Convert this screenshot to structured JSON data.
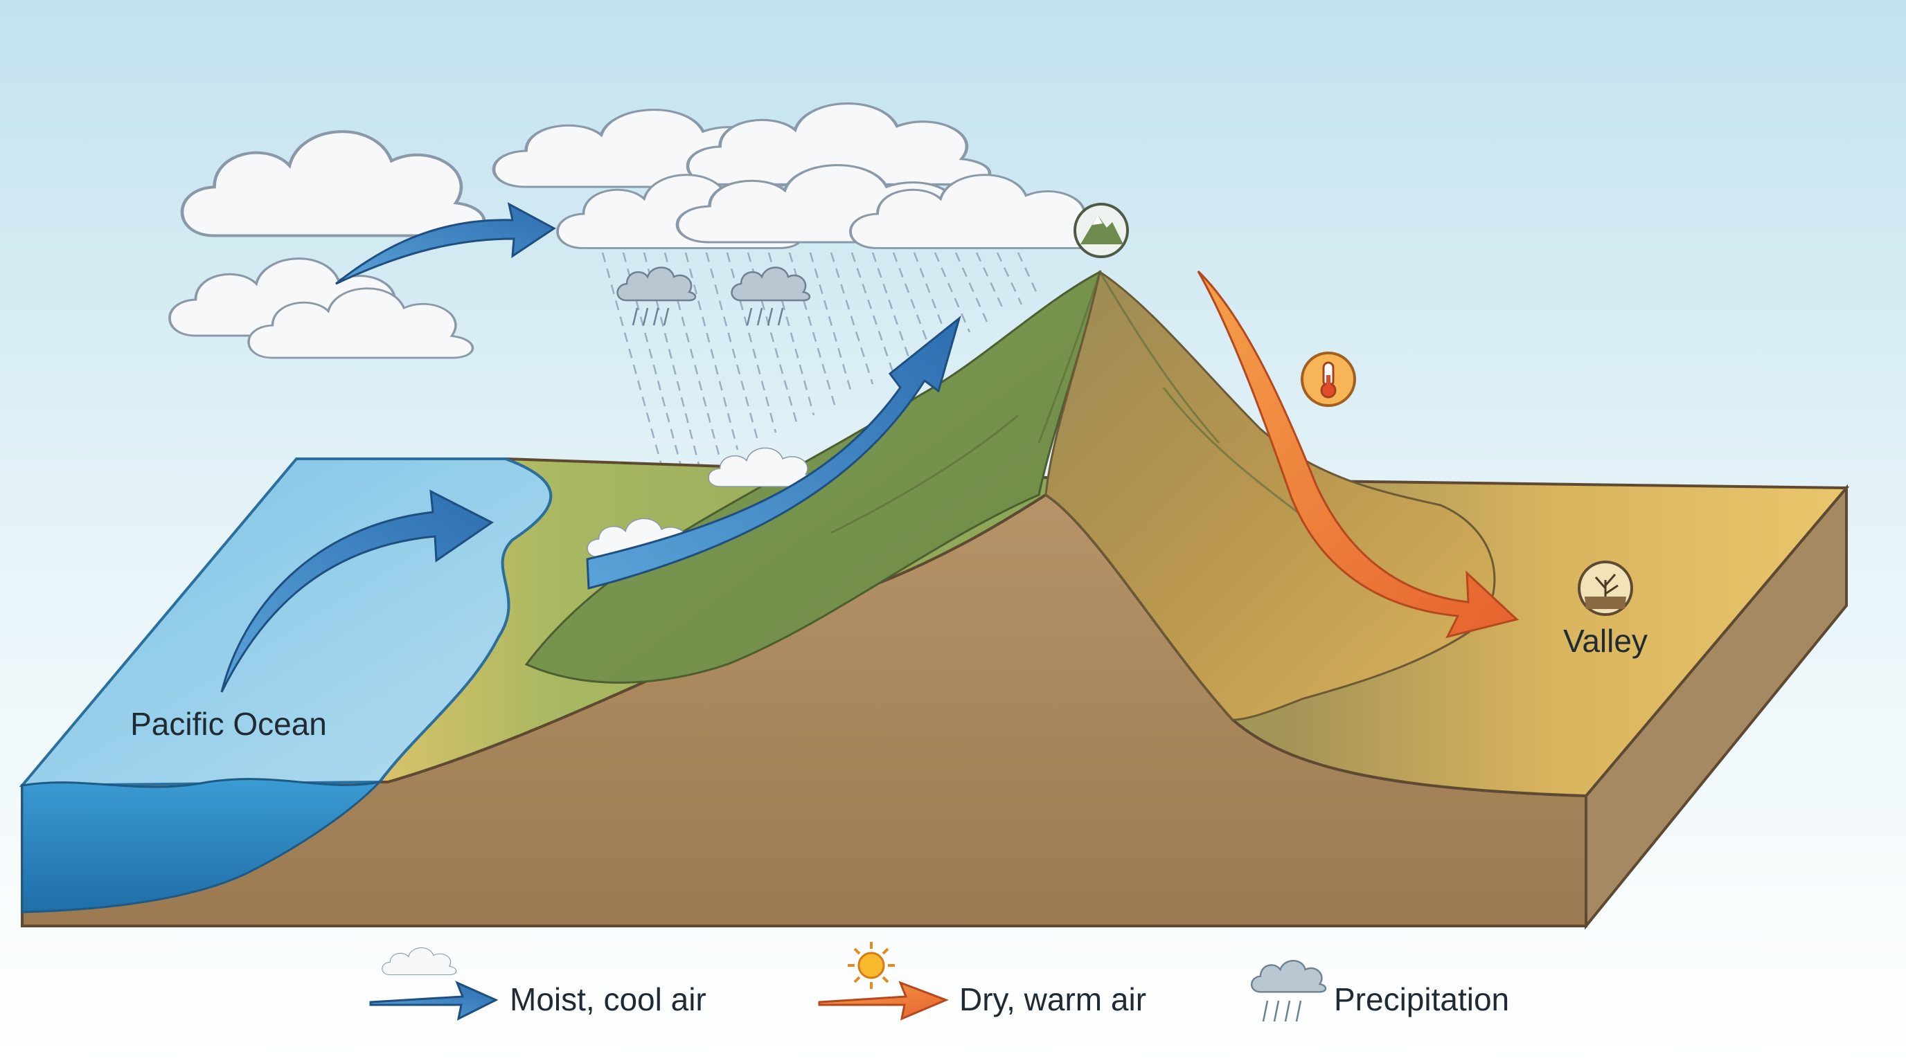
{
  "diagram": {
    "labels": {
      "ocean": "Pacific Ocean",
      "valley": "Valley"
    },
    "legend": [
      {
        "icon": "cloud-icon",
        "arrow": "blue-arrow",
        "text": "Moist, cool air"
      },
      {
        "icon": "sun-icon",
        "arrow": "orange-arrow",
        "text": "Dry, warm air"
      },
      {
        "icon": "rain-cloud-icon",
        "arrow": "",
        "text": "Precipitation"
      }
    ],
    "colors": {
      "moist_air": "#3b7fc0",
      "dry_air": "#f08a3c",
      "ocean": "#4aa6d8",
      "windward_slope": "#8fae5a",
      "leeward_slope": "#e2bd62",
      "earth": "#a6845a"
    },
    "icons": [
      "mountain-icon",
      "thermometer-icon",
      "dry-plant-icon",
      "rain-cloud-icon",
      "cloud-icon"
    ]
  }
}
